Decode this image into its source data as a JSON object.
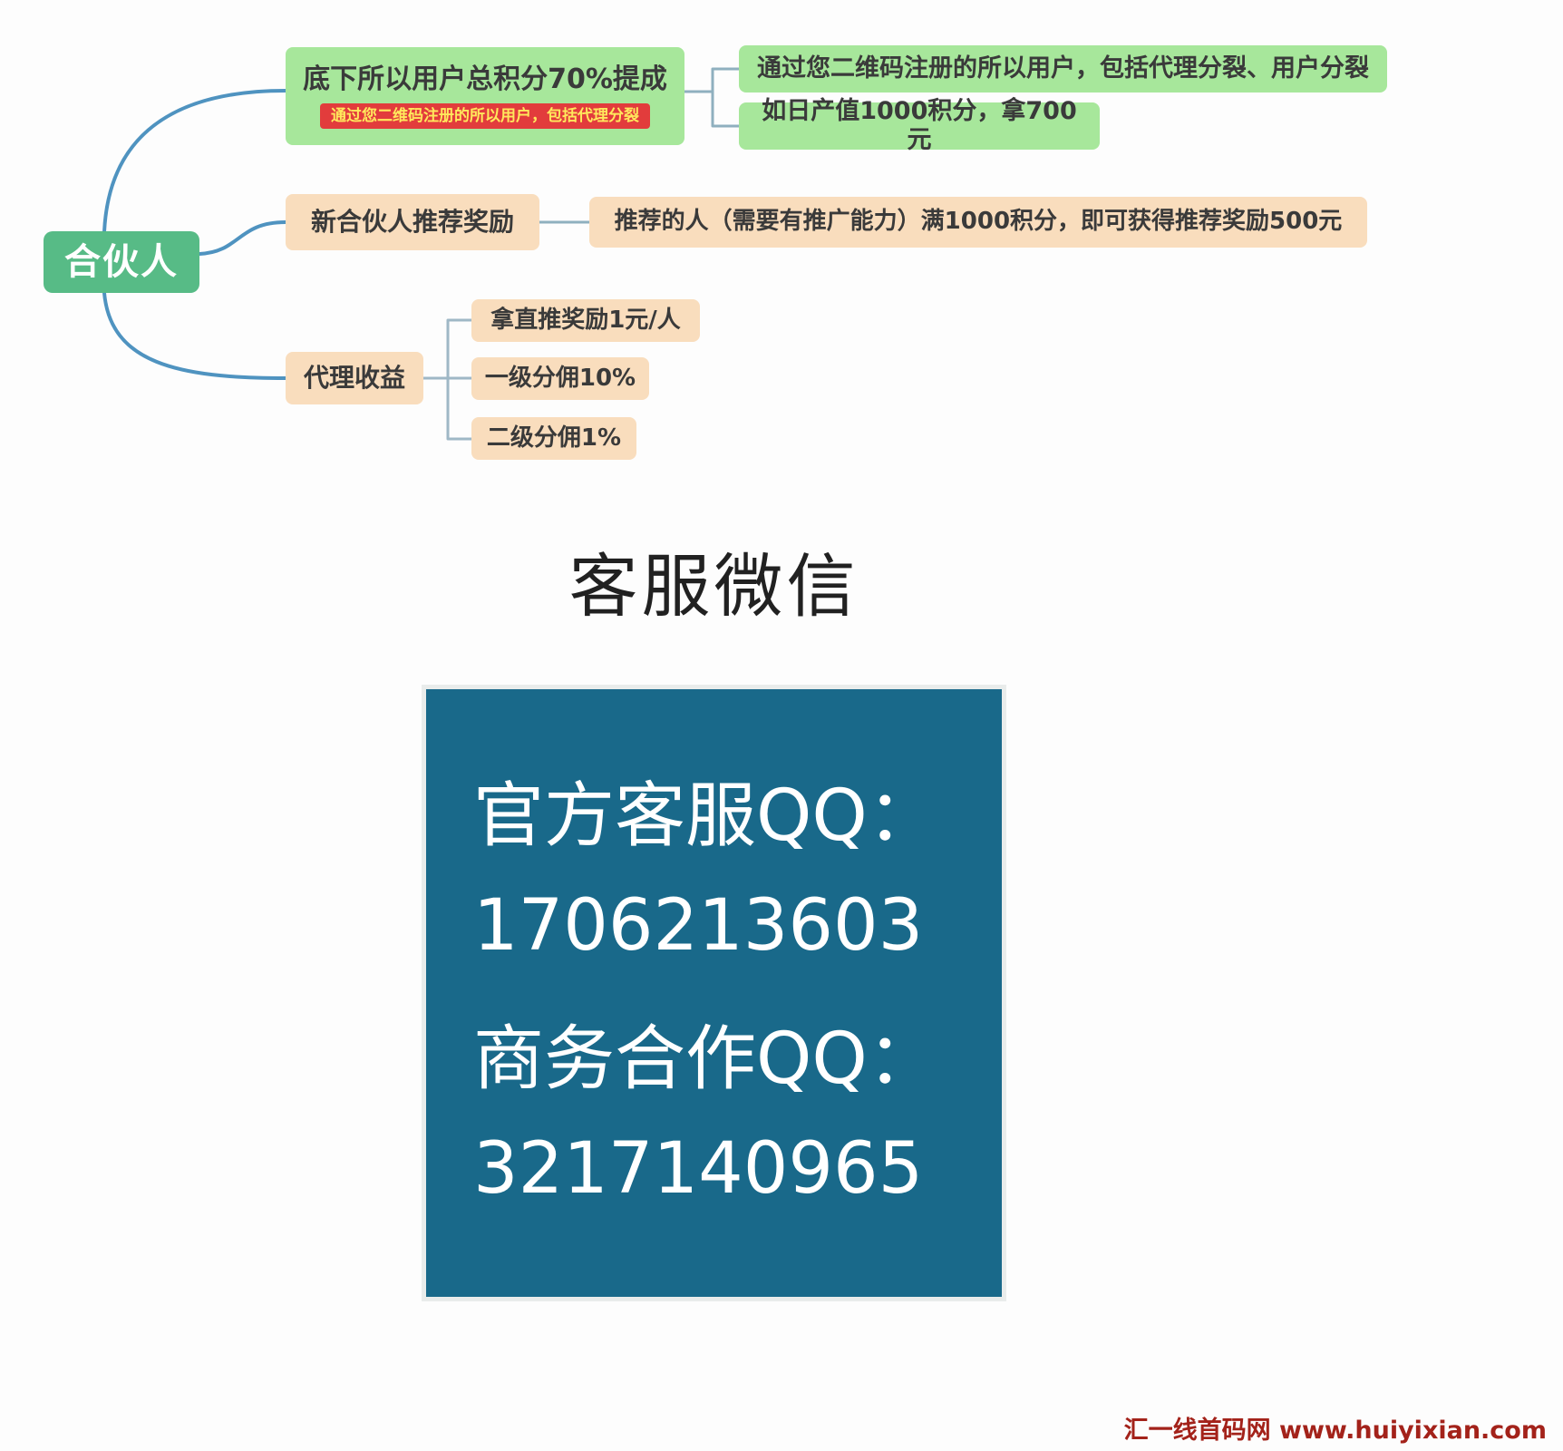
{
  "colors": {
    "root_green": "#57bb86",
    "light_green": "#a7e79b",
    "peach": "#f9ddbd",
    "red_tag_bg": "#e23c3c",
    "red_tag_text": "#ffe85c",
    "teal_panel": "#19698a",
    "connector_blue": "#4f93c0",
    "bracket_gray_blue": "#9fb8c6",
    "watermark_red": "#a3221a"
  },
  "mindmap": {
    "root": "合伙人",
    "branch1": {
      "label": "底下所以用户总积分70%提成",
      "tag": "通过您二维码注册的所以用户，包括代理分裂",
      "children": [
        "通过您二维码注册的所以用户，包括代理分裂、用户分裂",
        "如日产值1000积分，拿700元"
      ]
    },
    "branch2": {
      "label": "新合伙人推荐奖励",
      "children": [
        "推荐的人（需要有推广能力）满1000积分，即可获得推荐奖励500元"
      ]
    },
    "branch3": {
      "label": "代理收益",
      "children": [
        "拿直推奖励1元/人",
        "一级分佣10%",
        "二级分佣1%"
      ]
    }
  },
  "section": {
    "title": "客服微信"
  },
  "contact_panel": {
    "line1": "官方客服QQ：",
    "line2": "1706213603",
    "line3": "商务合作QQ：",
    "line4": "3217140965"
  },
  "watermark": "汇一线首码网  www.huiyixian.com"
}
